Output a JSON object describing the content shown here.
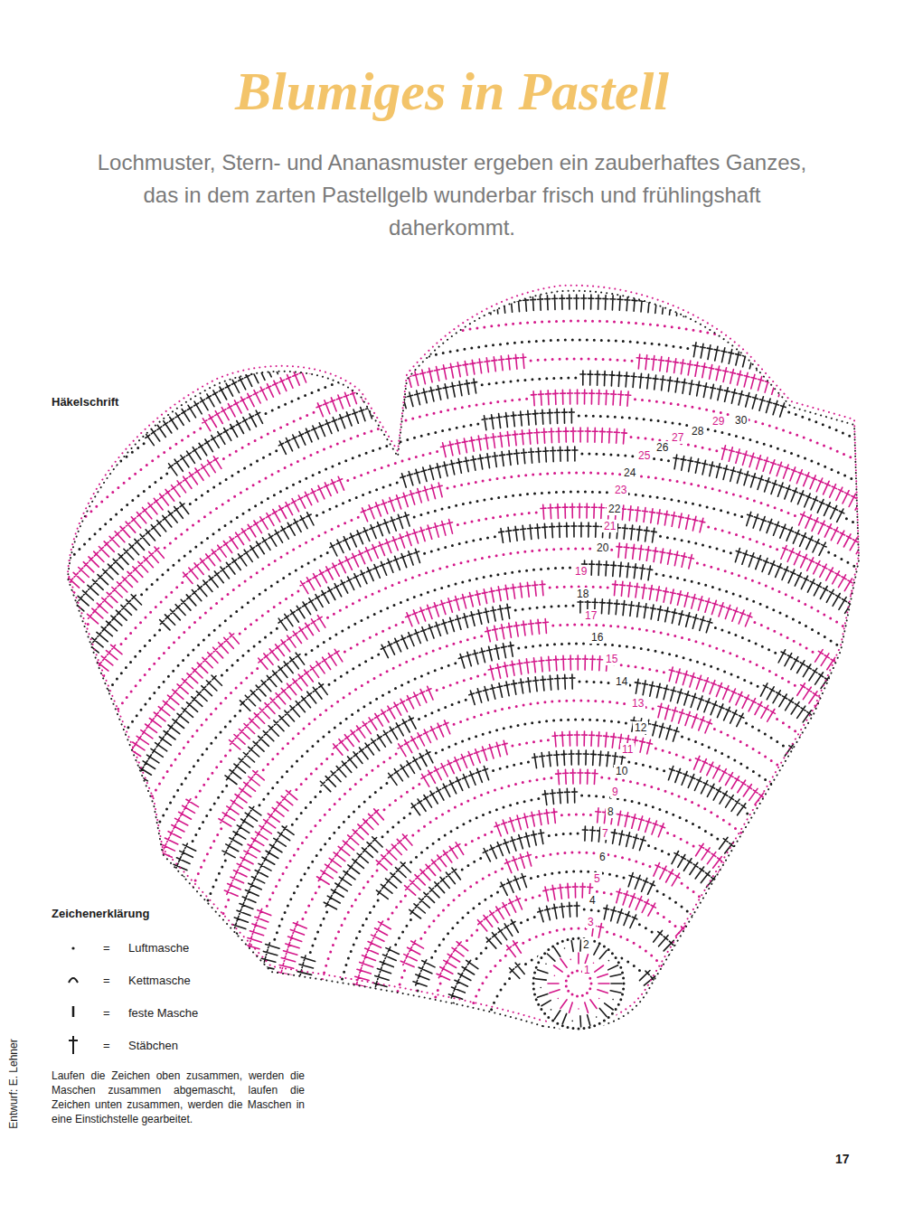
{
  "diagram": {
    "title": "Blumiges in Pastell",
    "labels": [
      "Lochmuster, Stern- und Ananasmuster ergeben ein zauberhaftes Ganzes, das in dem zarten Pastellgelb wunderbar frisch und frühlingshaft daherkommt.",
      "Häkelschrift",
      "1",
      "2",
      "3",
      "4",
      "5",
      "6",
      "7",
      "8",
      "9",
      "10",
      "11",
      "12",
      "13",
      "14",
      "15",
      "16",
      "17",
      "18",
      "19",
      "20",
      "21",
      "22",
      "23",
      "24",
      "25",
      "26",
      "27",
      "28",
      "29",
      "30",
      "Zeichenerklärung",
      "=",
      "=",
      "=",
      "=",
      "Laufen die Zeichen oben zusammen, werden die Maschen zusammen abgemascht, laufen die Zeichen unten zusammen, werden die Maschen in eine Einstichstelle gearbeitet.",
      "Entwurf: E. Lehner",
      "17"
    ],
    "legend": [
      {
        "text": "Luftmasche"
      },
      {
        "text": "Kettmasche"
      },
      {
        "text": "feste Masche"
      },
      {
        "text": "Stäbchen"
      }
    ]
  }
}
